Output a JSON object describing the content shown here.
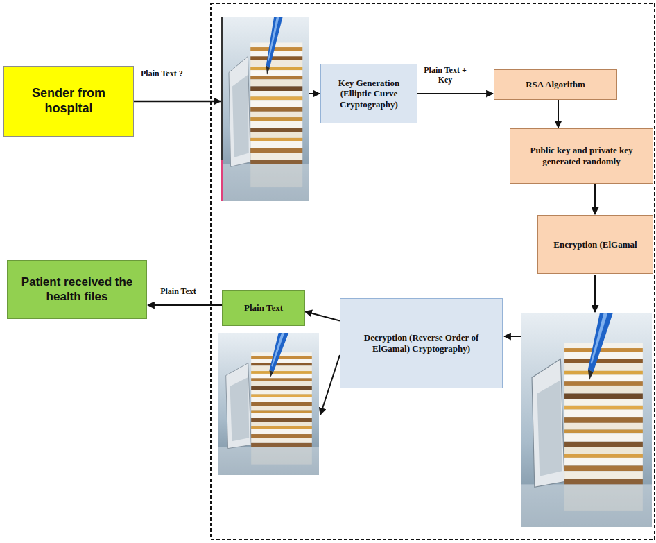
{
  "diagram": {
    "nodes": [
      {
        "text": [
          "Sender from hospital"
        ]
      },
      {
        "text": [
          "Key Generation (Elliptic Curve Cryptography)"
        ]
      },
      {
        "text": [
          "RSA Algorithm"
        ]
      },
      {
        "text": [
          "Public key and private key generated randomly"
        ]
      },
      {
        "text": [
          "Encryption (ElGamal"
        ]
      },
      {
        "text": [
          "Decryption (Reverse Order of ElGamal) Cryptography)"
        ]
      },
      {
        "text": [
          "Plain Text"
        ]
      },
      {
        "text": [
          "Patient received the health files"
        ]
      }
    ],
    "edges": [
      {
        "from": 1,
        "to": 2,
        "label": "Plain Text + Key",
        "arrow": "to"
      },
      {
        "from": 2,
        "to": 3,
        "arrow": "to"
      },
      {
        "from": 3,
        "to": 4,
        "arrow": "to"
      },
      {
        "from": 5,
        "to": 6,
        "arrow": "to"
      },
      {
        "from": 6,
        "to": 7,
        "label": "Plain Text",
        "arrow": "to"
      }
    ],
    "labels": [
      "Plain Text ?"
    ]
  }
}
